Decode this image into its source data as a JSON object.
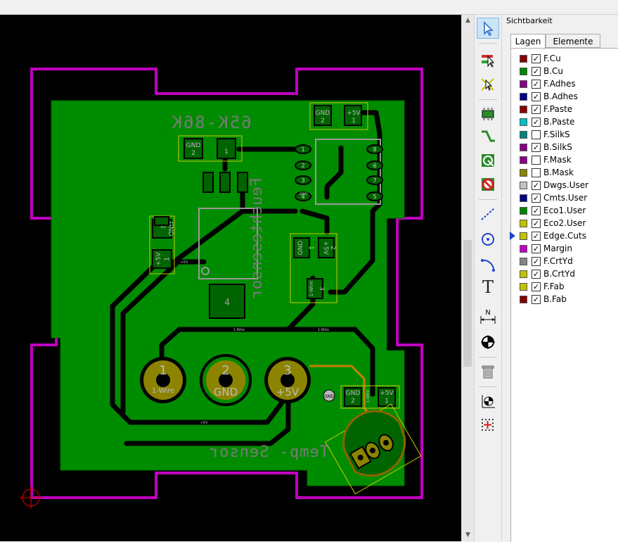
{
  "canvas": {
    "silkscreen": {
      "top_value": "65K-86K",
      "side_label": "Feuchtesensor",
      "bottom_label": "Temp- Sensor",
      "ic_label": "4",
      "pads": [
        {
          "num": "1",
          "net": "1-Wire"
        },
        {
          "num": "2",
          "net": "GND"
        },
        {
          "num": "3",
          "net": "+5V"
        }
      ],
      "connectors": {
        "top_right": {
          "a": "GND",
          "an": "2",
          "b": "+5V",
          "bn": "1"
        },
        "top_left": {
          "a": "GND",
          "an": "2",
          "bn": "1"
        },
        "left": {
          "a": "GND",
          "an": "2",
          "b": "+5V",
          "bn": "1"
        },
        "mid": {
          "a": "GND",
          "an": "1",
          "b": "+5V",
          "bn": "2",
          "c": "1-Wire",
          "cn": "3"
        },
        "bottom_right": {
          "a": "GND",
          "an": "2",
          "b": "1-Wire",
          "c": "+5V",
          "cn": "1"
        }
      },
      "ic_pins": [
        "1",
        "2",
        "3",
        "4",
        "8",
        "6",
        "7",
        "5"
      ],
      "via_label": "GND",
      "net_labels": [
        "1-Wire",
        "+5V",
        "GND"
      ]
    }
  },
  "scrollbar": {
    "up_arrow": "▲",
    "down_arrow": "▼"
  },
  "toolbar": {
    "icons": [
      "select-arrow-icon",
      "highlight-net-icon",
      "local-ratsnest-icon",
      "add-footprint-icon",
      "route-track-icon",
      "add-zone-icon",
      "keepout-area-icon",
      "graphic-line-icon",
      "circle-icon",
      "arc-icon",
      "text-icon",
      "dimension-icon",
      "target-icon",
      "delete-icon",
      "set-origin-icon",
      "grid-origin-icon"
    ],
    "text_glyph": "T",
    "dim_glyph": "N"
  },
  "panel": {
    "title": "Sichtbarkeit",
    "tabs": [
      {
        "label": "Lagen",
        "active": true
      },
      {
        "label": "Elemente",
        "active": false
      }
    ],
    "layers": [
      {
        "name": "F.Cu",
        "color": "#840000",
        "checked": true
      },
      {
        "name": "B.Cu",
        "color": "#008400",
        "checked": true
      },
      {
        "name": "F.Adhes",
        "color": "#840084",
        "checked": true
      },
      {
        "name": "B.Adhes",
        "color": "#000084",
        "checked": true
      },
      {
        "name": "F.Paste",
        "color": "#840000",
        "checked": true
      },
      {
        "name": "B.Paste",
        "color": "#00c2c2",
        "checked": true
      },
      {
        "name": "F.SilkS",
        "color": "#008484",
        "checked": false
      },
      {
        "name": "B.SilkS",
        "color": "#840084",
        "checked": true
      },
      {
        "name": "F.Mask",
        "color": "#840084",
        "checked": false
      },
      {
        "name": "B.Mask",
        "color": "#848400",
        "checked": false
      },
      {
        "name": "Dwgs.User",
        "color": "#c2c2c2",
        "checked": true
      },
      {
        "name": "Cmts.User",
        "color": "#000084",
        "checked": true
      },
      {
        "name": "Eco1.User",
        "color": "#008400",
        "checked": true
      },
      {
        "name": "Eco2.User",
        "color": "#c2c200",
        "checked": true
      },
      {
        "name": "Edge.Cuts",
        "color": "#c2c200",
        "checked": true,
        "selected": true
      },
      {
        "name": "Margin",
        "color": "#c200c2",
        "checked": true
      },
      {
        "name": "F.CrtYd",
        "color": "#848484",
        "checked": true
      },
      {
        "name": "B.CrtYd",
        "color": "#c2c200",
        "checked": true
      },
      {
        "name": "F.Fab",
        "color": "#c2c200",
        "checked": true
      },
      {
        "name": "B.Fab",
        "color": "#840000",
        "checked": true
      }
    ],
    "check_glyph": "✓"
  },
  "colors": {
    "board": "#008c00",
    "copper": "#006400",
    "trace": "#000000",
    "margin": "#c000c0",
    "silk": "#9a9a9a",
    "pad_gold": "#8c8400",
    "fab": "#c8c800",
    "front_trace": "#c88000"
  }
}
